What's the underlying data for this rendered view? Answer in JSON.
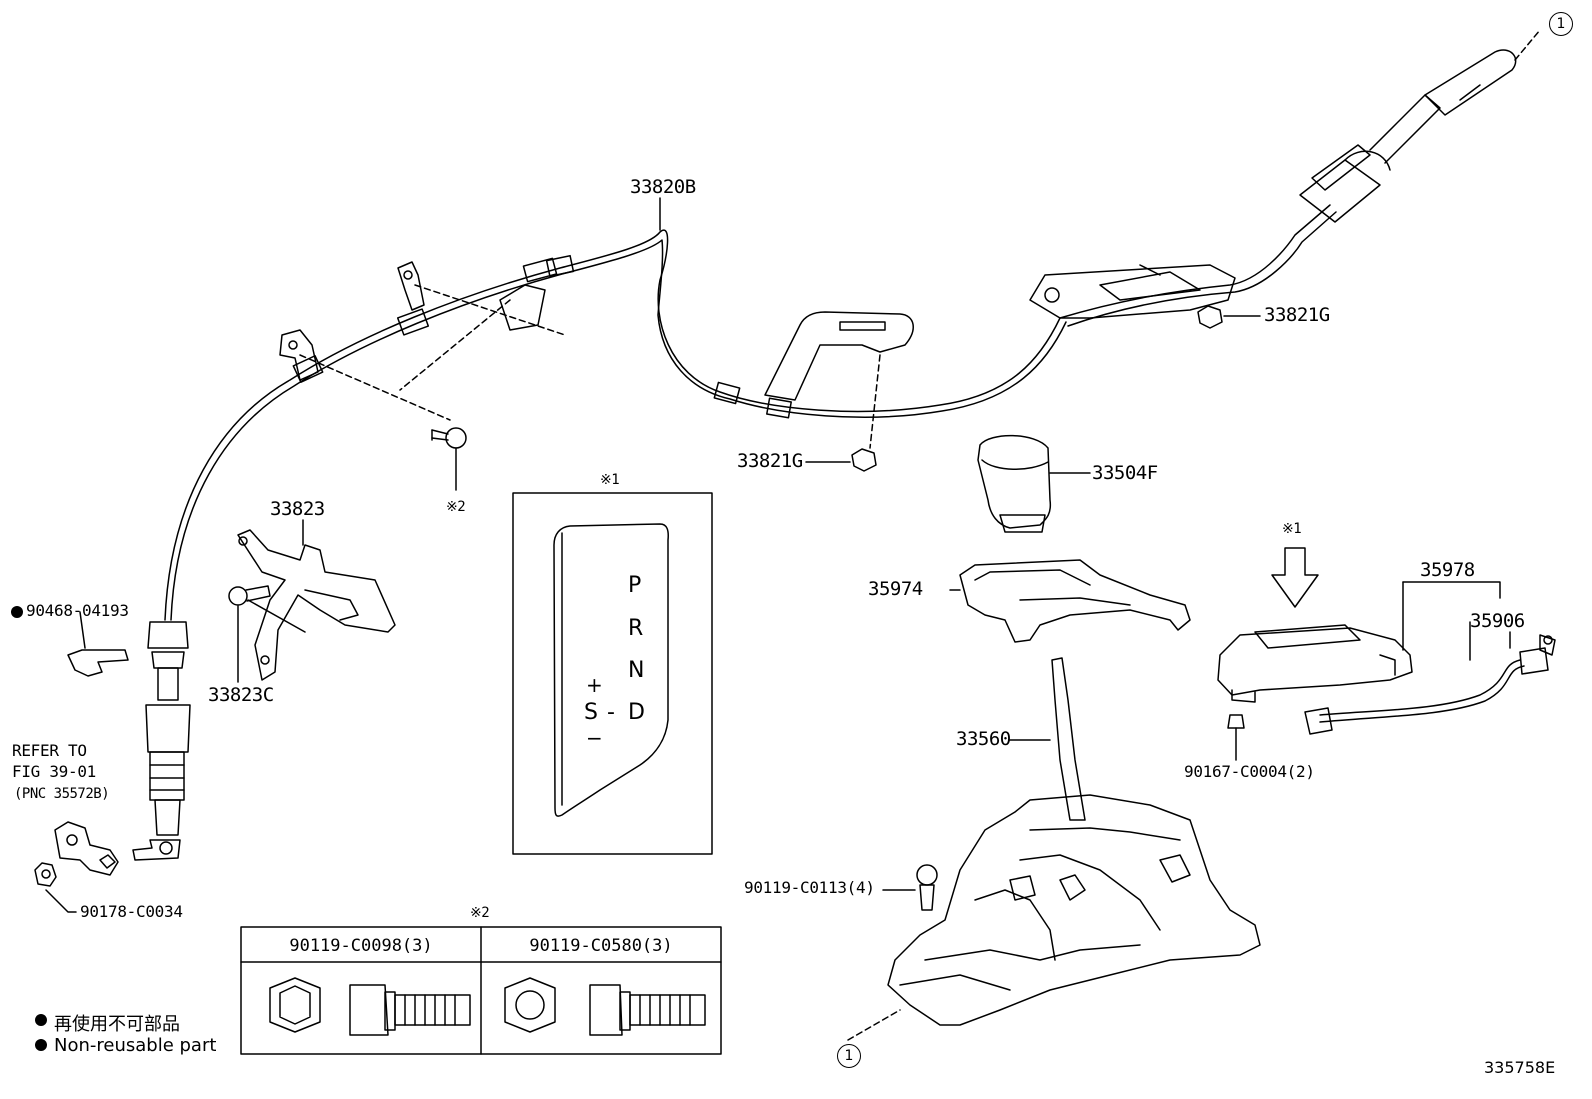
{
  "labels": {
    "p33820B": "33820B",
    "p33821G_top": "33821G",
    "p33821G_mid": "33821G",
    "p33504F": "33504F",
    "p33823": "33823",
    "p33823C": "33823C",
    "p35974": "35974",
    "p35978": "35978",
    "p35906": "35906",
    "p33560": "33560",
    "p90468": "90468-04193",
    "p90178": "90178-C0034",
    "p90167": "90167-C0004(2)",
    "p90119_0113": "90119-C0113(4)",
    "refer_line1": "REFER TO",
    "refer_line2": "FIG 39-01",
    "refer_line3": "(PNC 35572B)",
    "note1_gate": "※1",
    "note1_switch": "※1",
    "note2_bolt": "※2",
    "note2_table": "※2"
  },
  "gate_panel": {
    "P": "P",
    "R": "R",
    "N": "N",
    "D": "D",
    "S": "S",
    "plus": "+",
    "minus": "−",
    "dash": "-"
  },
  "bolt_table": {
    "col1": "90119-C0098(3)",
    "col2": "90119-C0580(3)"
  },
  "legend": {
    "line_jp": "再使用不可部品",
    "line_en": "Non-reusable part"
  },
  "markers": {
    "circle_top": "1",
    "circle_bottom": "1"
  },
  "figure_code": "335758E"
}
